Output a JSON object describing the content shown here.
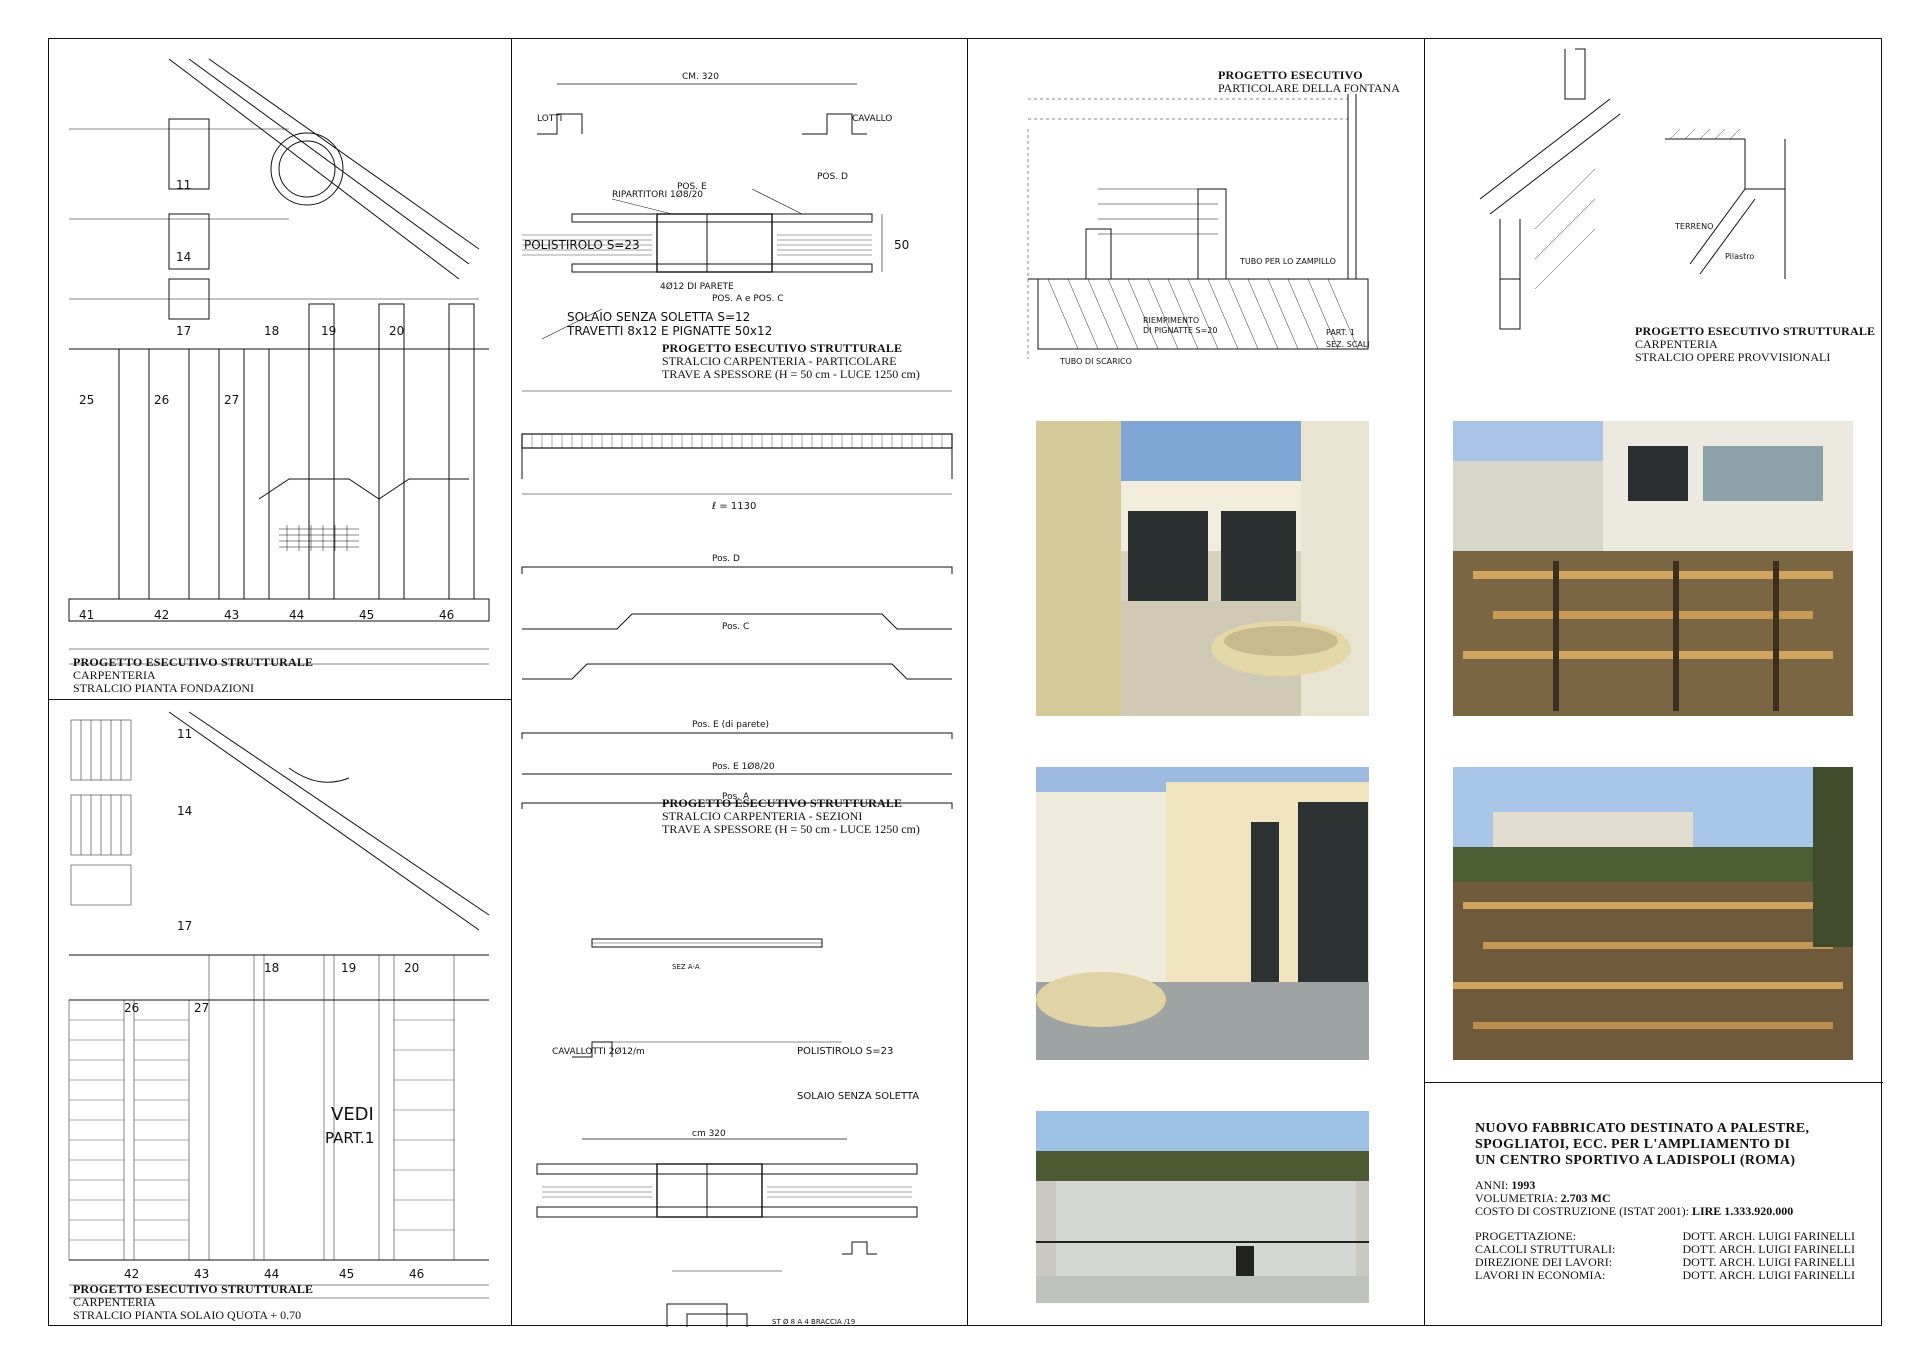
{
  "panels": {
    "fondazioni": {
      "title": "PROGETTO ESECUTIVO STRUTTURALE",
      "line1": "CARPENTERIA",
      "line2": "STRALCIO PIANTA FONDAZIONI"
    },
    "solaio": {
      "title": "PROGETTO ESECUTIVO STRUTTURALE",
      "line1": "CARPENTERIA",
      "line2": "STRALCIO PIANTA SOLAIO QUOTA + 0.70"
    },
    "particolare": {
      "title": "PROGETTO ESECUTIVO STRUTTURALE",
      "line1": "STRALCIO CARPENTERIA - PARTICOLARE",
      "line2": "TRAVE A SPESSORE (H = 50 cm - LUCE 1250 cm)"
    },
    "sezioni": {
      "title": "PROGETTO ESECUTIVO STRUTTURALE",
      "line1": "STRALCIO CARPENTERIA - SEZIONI",
      "line2": "TRAVE A SPESSORE (H = 50 cm - LUCE 1250 cm)"
    },
    "fontana": {
      "title": "PROGETTO ESECUTIVO",
      "line1": "PARTICOLARE DELLA FONTANA"
    },
    "provvisionali": {
      "title": "PROGETTO ESECUTIVO STRUTTURALE",
      "line1": "CARPENTERIA",
      "line2": "STRALCIO OPERE PROVVISIONALI"
    }
  },
  "drawing_labels": {
    "cm320": "CM. 320",
    "lotti": "LOTTI",
    "cavallo": "CAVALLO",
    "ripartitori": "RIPARTITORI 1Ø8/20",
    "pos_e": "POS. E",
    "pos_d": "POS. D",
    "polistirolo": "POLISTIROLO S=23",
    "h50": "50",
    "diparete": "4Ø12 DI PARETE",
    "pos_ac": "POS. A e POS. C",
    "solaio1": "SOLAIO SENZA SOLETTA S=12",
    "solaio2": "TRAVETTI 8x12 E PIGNATTE 50x12",
    "l1130": "ℓ = 1130",
    "posD2": "Pos. D",
    "posC2": "Pos. C",
    "posE2": "Pos. E (di parete)",
    "posE3": "Pos. E 1Ø8/20",
    "posA2": "Pos. A",
    "polistirolo2": "POLISTIROLO S=23",
    "solaio_senza": "SOLAIO SENZA SOLETTA",
    "cavallotti": "CAVALLOTTI 2Ø12/m",
    "cm320b": "cm 320",
    "sez": "SEZ A-A",
    "st8": "ST Ø 8 A 4 BRACCIA /19",
    "vedi": "VEDI",
    "part1": "PART.1",
    "riempimento1": "RIEMPIMENTO",
    "riempimento2": "DI PIGNATTE S=20",
    "tubo": "TUBO PER LO ZAMPILLO",
    "scarico": "TUBO DI SCARICO",
    "part1b": "PART. 1",
    "sezscali": "SEZ. SCALI",
    "pilastro": "Pilastro",
    "terreno": "TERRENO"
  },
  "project": {
    "title_l1": "NUOVO FABBRICATO DESTINATO A PALESTRE,",
    "title_l2": "SPOGLIATOI, ECC. PER L'AMPLIAMENTO DI",
    "title_l3": "UN CENTRO SPORTIVO A LADISPOLI  (ROMA)",
    "anni_label": "ANNI:",
    "anni_value": "1993",
    "volumetria_label": "VOLUMETRIA:",
    "volumetria_value": "2.703 MC",
    "costo_label": "COSTO DI COSTRUZIONE (ISTAT 2001):",
    "costo_value": "LIRE 1.333.920.000",
    "credits": [
      {
        "role": "PROGETTAZIONE:",
        "name": "DOTT. ARCH. LUIGI FARINELLI"
      },
      {
        "role": "CALCOLI STRUTTURALI:",
        "name": "DOTT. ARCH. LUIGI FARINELLI"
      },
      {
        "role": "DIREZIONE DEI LAVORI:",
        "name": "DOTT. ARCH. LUIGI FARINELLI"
      },
      {
        "role": "LAVORI IN ECONOMIA:",
        "name": "DOTT. ARCH. LUIGI FARINELLI"
      }
    ]
  },
  "colors": {
    "ink": "#111111",
    "sky": "#8fb4dc",
    "wall": "#efe9d6",
    "paving": "#b9b7ad",
    "timber": "#b98a45",
    "foliage": "#4e5e34"
  }
}
